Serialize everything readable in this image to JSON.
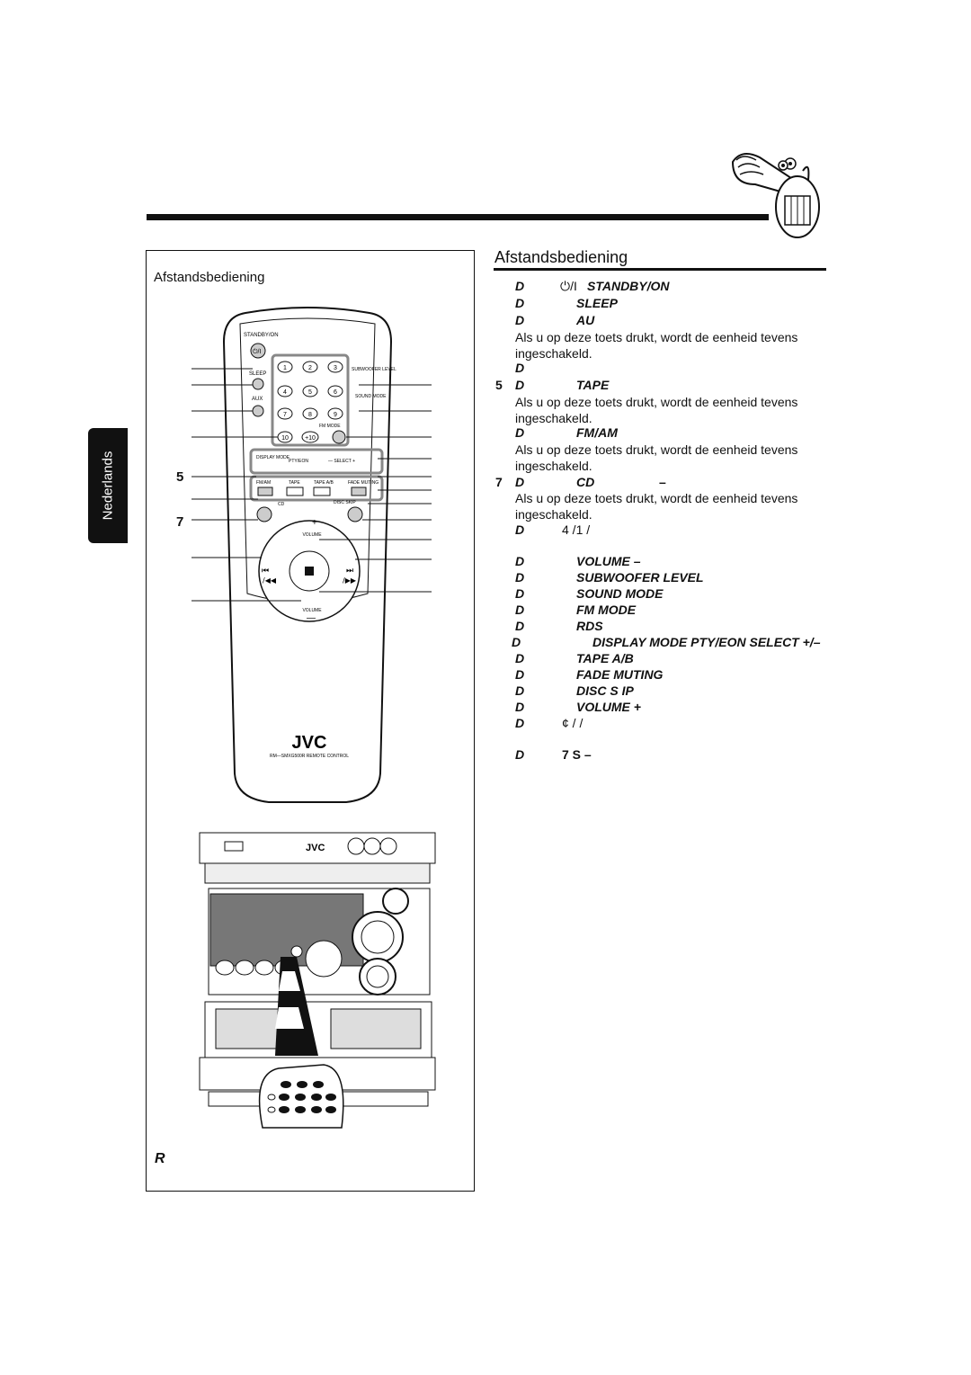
{
  "page": {
    "section_title": "Afstandsbediening",
    "box_title": "Afstandsbediening",
    "side_tab": "Nederlands",
    "callout_5": "5",
    "callout_7": "7",
    "bottom_letter": "R"
  },
  "remote": {
    "standby_label": "STANDBY/ON",
    "sleep_label": "SLEEP",
    "aux_label": "AUX",
    "subwoofer_label": "SUBWOOFER LEVEL",
    "sound_mode_label": "SOUND MODE",
    "fm_mode_label": "FM MODE",
    "display_mode_label": "DISPLAY MODE",
    "pty_eon_label": "PTY/EON",
    "select_label": "— SELECT +",
    "fm_am_label": "FM/AM",
    "tape_label": "TAPE",
    "tape_ab_label": "TAPE A/B",
    "fade_muting_label": "FADE MUTING",
    "cd_label": "CD",
    "disc_skip_label": "DISC SKIP",
    "volume_label": "VOLUME",
    "brand": "JVC",
    "model": "RM—SMXG500R REMOTE CONTROL",
    "keys": [
      "1",
      "2",
      "3",
      "4",
      "5",
      "6",
      "7",
      "8",
      "9",
      "10",
      "+10"
    ]
  },
  "items": [
    {
      "d": "D",
      "key": "STANDBY/ON",
      "icon": "power-icon"
    },
    {
      "d": "D",
      "key": "SLEEP"
    },
    {
      "d": "D",
      "key": "AU"
    },
    {
      "desc": "Als u op deze toets drukt, wordt de eenheid tevens ingeschakeld."
    },
    {
      "d": "D"
    },
    {
      "n": "5",
      "d": "D",
      "key": "TAPE"
    },
    {
      "desc": "Als u op deze toets drukt, wordt de eenheid tevens ingeschakeld."
    },
    {
      "d": "D",
      "key": "FM/AM"
    },
    {
      "desc": "Als u op deze toets drukt, wordt de eenheid tevens ingeschakeld."
    },
    {
      "n": "7",
      "d": "D",
      "key": "CD",
      "dash": "–"
    },
    {
      "desc": "Als u op deze toets drukt, wordt de eenheid tevens ingeschakeld."
    },
    {
      "d": "D",
      "extra": "4  /1                                  /"
    },
    {
      "d": "D",
      "key": "VOLUME –"
    },
    {
      "d": "D",
      "key": "SUBWOOFER LEVEL"
    },
    {
      "d": "D",
      "key": "SOUND MODE"
    },
    {
      "d": "D",
      "key": "FM MODE"
    },
    {
      "d": "D",
      "key": "RDS"
    },
    {
      "d": "D",
      "key": "DISPLAY MODE  PTY/EON      SELECT +/–"
    },
    {
      "d": "D",
      "key": "TAPE A/B"
    },
    {
      "d": "D",
      "key": "FADE MUTING"
    },
    {
      "d": "D",
      "key": "DISC S  IP"
    },
    {
      "d": "D",
      "key": "VOLUME +"
    },
    {
      "d": "D",
      "extra": "¢    /                                   /"
    },
    {
      "d": "D",
      "extra": "7   S                –"
    }
  ]
}
